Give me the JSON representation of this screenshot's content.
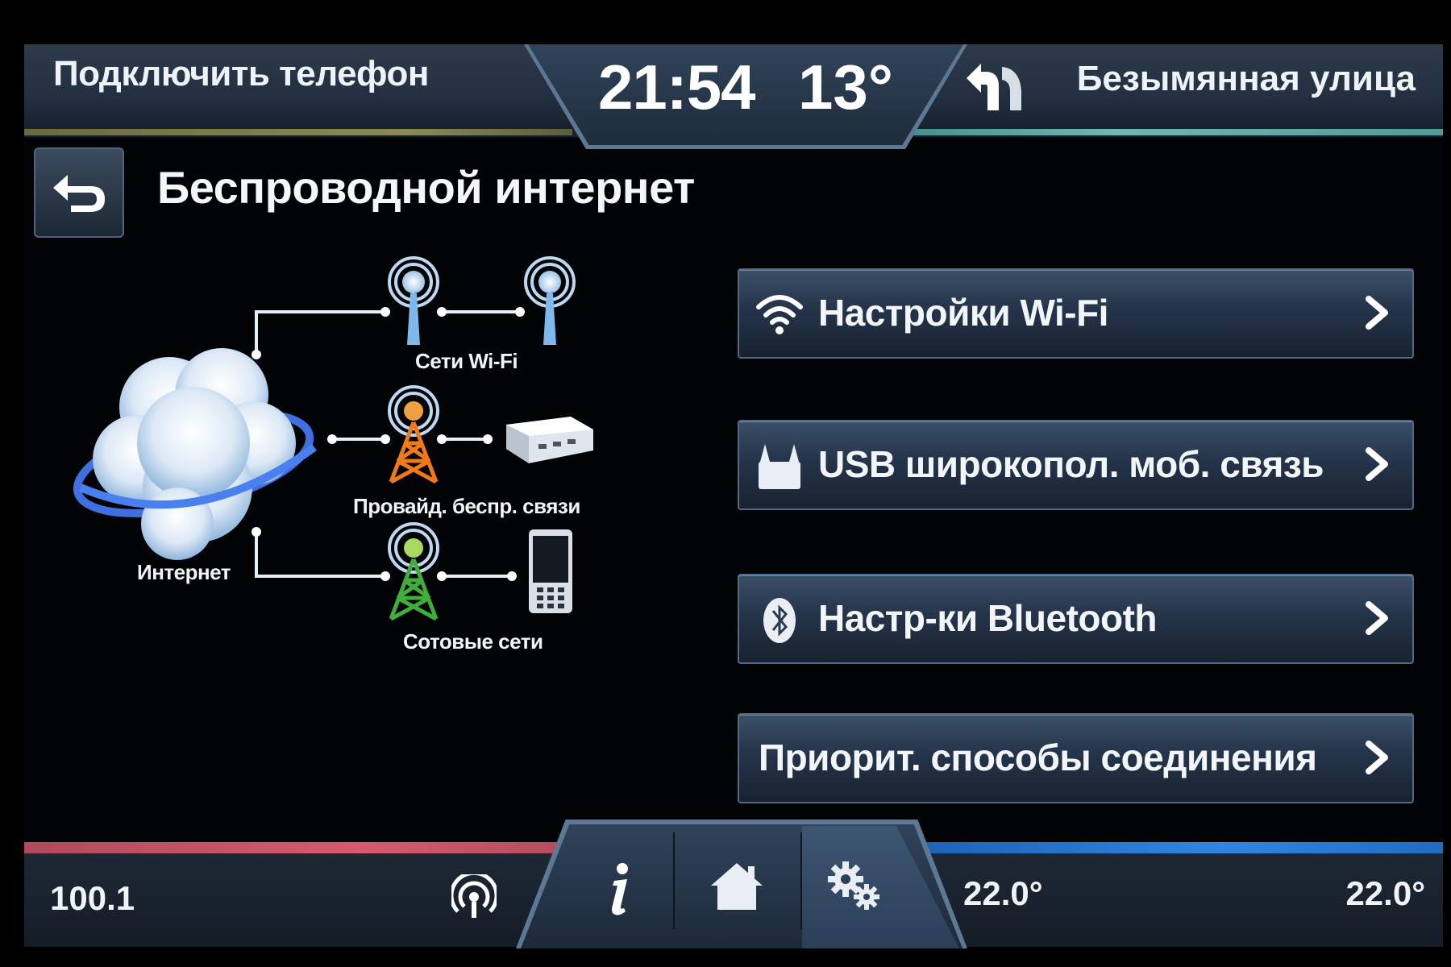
{
  "status_bar": {
    "phone_connect_label": "Подключить телефон",
    "clock": "21:54",
    "outside_temp": "13°",
    "nav_icon": "turn-left-arrow-icon",
    "street_name": "Безымянная улица"
  },
  "header": {
    "back_icon": "back-arrow-icon",
    "title": "Беспроводной интернет"
  },
  "diagram": {
    "internet_label": "Интернет",
    "wifi_label": "Сети Wi-Fi",
    "provider_label": "Провайд. беспр. связи",
    "cellular_label": "Сотовые сети",
    "colors": {
      "wifi_tower": "#7fb8ea",
      "provider_tower": "#f07a1a",
      "cellular_tower": "#3fae3a",
      "planet_ring": "#3f6fe0"
    }
  },
  "menu": {
    "items": [
      {
        "label": "Настройки Wi-Fi",
        "icon": "wifi-icon"
      },
      {
        "label": "USB широкопол. моб. связь",
        "icon": "usb-modem-icon"
      },
      {
        "label": "Настр-ки Bluetooth",
        "icon": "bluetooth-icon"
      },
      {
        "label": "Приорит. способы соединения",
        "icon": ""
      }
    ]
  },
  "bottom_bar": {
    "radio_frequency": "100.1",
    "left_climate_temp": "22.0°",
    "right_climate_temp": "22.0°",
    "icons": [
      "radio-signal-icon",
      "info-icon",
      "home-icon",
      "settings-gears-icon"
    ],
    "active_tab": "settings"
  }
}
